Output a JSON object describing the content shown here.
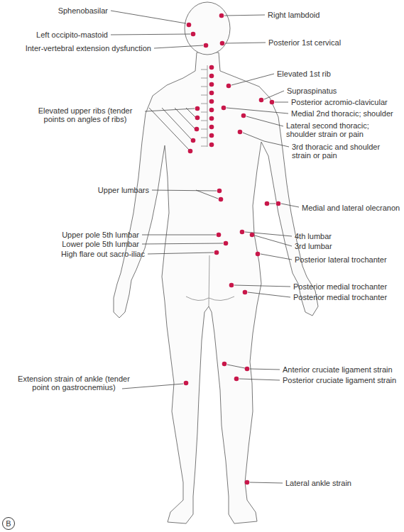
{
  "diagram": {
    "labels": [
      "Sphenobasilar",
      "Left occipito-mastoid",
      "Inter-vertebral extension dysfunction",
      "Elevated upper ribs (tender points on angles of ribs)",
      "Upper lumbars",
      "Upper pole 5th lumbar",
      "Lower pole 5th lumbar",
      "High flare out sacro-iliac",
      "Extension strain of ankle (tender point on gastrocnemius)",
      "Right lambdoid",
      "Posterior 1st cervical",
      "Elevated 1st rib",
      "Supraspinatus",
      "Posterior acromio-clavicular",
      "Medial 2nd thoracic; shoulder",
      "Lateral second thoracic; shoulder strain or pain",
      "3rd thoracic and shoulder strain or pain",
      "Medial and lateral olecranon",
      "4th lumbar",
      "3rd lumbar",
      "Posterior lateral trochanter",
      "Posterior medial trochanter",
      "Posterior medial trochanter",
      "Anterior cruciate ligament strain",
      "Posterior cruciate ligament strain",
      "Lateral ankle strain",
      "B"
    ]
  }
}
